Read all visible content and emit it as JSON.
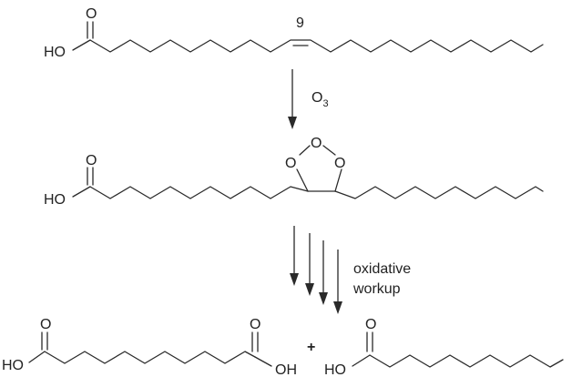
{
  "oleic_acid": {
    "acid_oxygen": "O",
    "acid_hydroxyl": "HO",
    "double_bond_position": "9"
  },
  "step1": {
    "reagent_symbol": "O",
    "reagent_subscript": "3"
  },
  "ozonide": {
    "acid_oxygen": "O",
    "acid_hydroxyl": "HO",
    "ring_oxygen_top": "O",
    "ring_oxygen_left": "O",
    "ring_oxygen_right": "O"
  },
  "step2": {
    "label_line1": "oxidative",
    "label_line2": "workup"
  },
  "azelaic_acid": {
    "left_acid_oxygen": "O",
    "left_acid_hydroxyl": "HO",
    "right_acid_oxygen": "O",
    "right_acid_hydroxyl": "OH"
  },
  "plus_sign": "+",
  "nonanoic_acid": {
    "acid_oxygen": "O",
    "acid_hydroxyl": "HO"
  }
}
